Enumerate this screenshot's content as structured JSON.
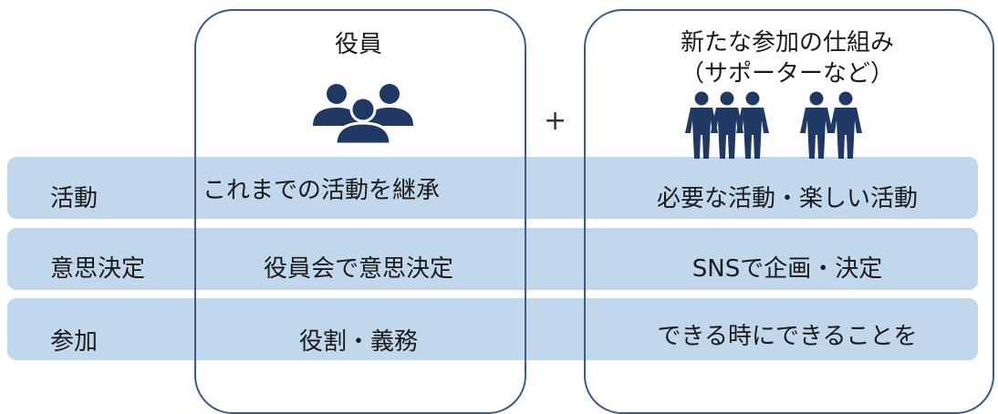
{
  "columns": {
    "left": {
      "title": "役員",
      "icon": "group-icon"
    },
    "right": {
      "title_line1": "新たな参加の仕組み",
      "title_line2": "（サポーターなど）",
      "icon": "people-icon"
    },
    "plus": "+"
  },
  "rows": [
    {
      "label": "活動",
      "left": "これまでの活動を継承",
      "right": "必要な活動・楽しい活動"
    },
    {
      "label": "意思決定",
      "left": "役員会で意思決定",
      "right": "SNSで企画・決定"
    },
    {
      "label": "参加",
      "left": "役割・義務",
      "right": "できる時にできることを"
    }
  ],
  "colors": {
    "band": "#c1d7ec",
    "frame": "#3a5d86",
    "icon": "#1f3864"
  }
}
